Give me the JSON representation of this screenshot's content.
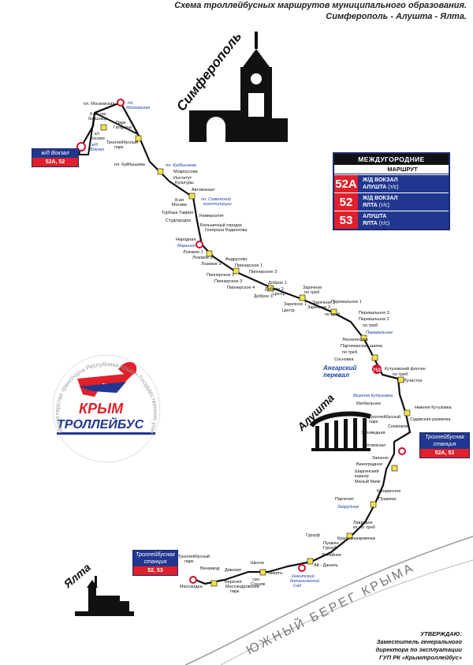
{
  "header": {
    "line1": "Схема троллейбусных маршрутов муниципального образования.",
    "line2": "Симферополь - Алушта - Ялта."
  },
  "cities": {
    "simferopol": "Симферополь",
    "alushta": "Алушта",
    "yalta": "Ялта"
  },
  "coast_label": "ЮЖНЫЙ БЕРЕГ КРЫМА",
  "routes_table": {
    "title": "МЕЖДУГОРОДНИЕ",
    "subtitle": "МАРШРУТ",
    "routes": [
      {
        "number": "52А",
        "from": "Ж/Д ВОКЗАЛ",
        "to": "АЛУШТА",
        "note": "(т/с)"
      },
      {
        "number": "52",
        "from": "Ж/Д ВОКЗАЛ",
        "to": "ЯЛТА",
        "note": "(т/с)"
      },
      {
        "number": "53",
        "from": "АЛУШТА",
        "to": "ЯЛТА",
        "note": "(т/с)"
      }
    ]
  },
  "terminals": {
    "station": {
      "title": "ж/д Вокзал",
      "routes": "52А, 52"
    },
    "alushta": {
      "title": "Троллейбусная станция",
      "routes": "52А, 53"
    },
    "yalta": {
      "title": "Троллейбусная станция",
      "routes": "52, 53"
    }
  },
  "pass": {
    "name": "Ангарский перевал",
    "altitude": "752"
  },
  "logo": {
    "line1": "КРЫМ",
    "line2": "ТРОЛЛЕЙБУС",
    "ring_text": "Министерство транспорта Республики Крым • Государственное унитарное предприятие •"
  },
  "approval": {
    "line1": "УТВЕРЖДАЮ:",
    "line2": "Заместитель генерального",
    "line3": "директора по эксплуатации",
    "line4": "ГУП РК «Крымтроллейбус»"
  },
  "stops": [
    {
      "name": "пл. Московская",
      "blue": false
    },
    {
      "name": "пл. Московская",
      "blue": true
    },
    {
      "name": "6-ая гор. больница",
      "blue": false
    },
    {
      "name": "к/т Космос",
      "blue": false
    },
    {
      "name": "Парк Гагарина",
      "blue": false
    },
    {
      "name": "ж/д Вокзал",
      "blue": true
    },
    {
      "name": "Троллейбусный парк",
      "blue": false
    },
    {
      "name": "пл. Куйбышева",
      "blue": false
    },
    {
      "name": "пл. Куйбышева",
      "blue": true
    },
    {
      "name": "Мокроусова",
      "blue": false
    },
    {
      "name": "Институт Культуры",
      "blue": false
    },
    {
      "name": "Автовокзал",
      "blue": false
    },
    {
      "name": "пл. Советской конституции",
      "blue": true
    },
    {
      "name": "8-ая Москва",
      "blue": false
    },
    {
      "name": "Турбаза Таврия",
      "blue": false
    },
    {
      "name": "Университет",
      "blue": false
    },
    {
      "name": "Студгородок",
      "blue": false
    },
    {
      "name": "Больничный городок Генерала Родионова",
      "blue": false
    },
    {
      "name": "Народная",
      "blue": false
    },
    {
      "name": "Марьино",
      "blue": true
    },
    {
      "name": "Лозовое 1",
      "blue": false
    },
    {
      "name": "Лозовое 2",
      "blue": false
    },
    {
      "name": "Лозовое 3",
      "blue": false
    },
    {
      "name": "Андрусово",
      "blue": false
    },
    {
      "name": "Пионерское 1",
      "blue": false
    },
    {
      "name": "Пионерское 2",
      "blue": false
    },
    {
      "name": "Пионерское 3",
      "blue": false
    },
    {
      "name": "Пионерское 4",
      "blue": false
    },
    {
      "name": "Доброе 1",
      "blue": false
    },
    {
      "name": "Доброе 2",
      "blue": false
    },
    {
      "name": "Доброе 3",
      "blue": false
    },
    {
      "name": "Центр",
      "blue": false
    },
    {
      "name": "Заречное 1",
      "blue": false
    },
    {
      "name": "Заречное 2",
      "blue": false
    },
    {
      "name": "Заречное 3",
      "blue": false
    },
    {
      "name": "Перевальное 1",
      "blue": false
    },
    {
      "name": "Перевальное 2",
      "blue": false
    },
    {
      "name": "Перевальное 3",
      "blue": false
    },
    {
      "name": "Перевальное",
      "blue": true
    },
    {
      "name": "Лесничество",
      "blue": false
    },
    {
      "name": "Партизанская шапка",
      "blue": false
    },
    {
      "name": "Сосновка",
      "blue": false
    },
    {
      "name": "Кутузовский фонтан",
      "blue": false
    },
    {
      "name": "Лучистое",
      "blue": false
    },
    {
      "name": "Верхняя Кутузовка",
      "blue": true
    },
    {
      "name": "Нижняя Кутузовка",
      "blue": false
    },
    {
      "name": "Изобильное",
      "blue": false
    },
    {
      "name": "Троллейбусный парк",
      "blue": false
    },
    {
      "name": "Судакская развилка",
      "blue": false
    },
    {
      "name": "Снежовое",
      "blue": false
    },
    {
      "name": "Заповедная",
      "blue": false
    },
    {
      "name": "Автовокзал",
      "blue": false
    },
    {
      "name": "Запенко",
      "blue": false
    },
    {
      "name": "Виноградное",
      "blue": false
    },
    {
      "name": "Шаргинский карьер",
      "blue": false
    },
    {
      "name": "Малый Маяк",
      "blue": false
    },
    {
      "name": "Кипарисное",
      "blue": false
    },
    {
      "name": "Пушкино",
      "blue": false
    },
    {
      "name": "Партенит",
      "blue": false
    },
    {
      "name": "Запрудное",
      "blue": true
    },
    {
      "name": "Лавровое",
      "blue": false
    },
    {
      "name": "Красноказарменка",
      "blue": false
    },
    {
      "name": "Гурзуф",
      "blue": false
    },
    {
      "name": "Пушкин Гурзуф",
      "blue": false
    },
    {
      "name": "Линейное",
      "blue": false
    },
    {
      "name": "Ай-Даниль",
      "blue": false
    },
    {
      "name": "Никитский ботанический Сад",
      "blue": true
    },
    {
      "name": "Никита",
      "blue": false
    },
    {
      "name": "Школа",
      "blue": false
    },
    {
      "name": "сан. Сосняк",
      "blue": false
    },
    {
      "name": "Дивноит",
      "blue": false
    },
    {
      "name": "Верхняя Массандровский парк",
      "blue": false
    },
    {
      "name": "Винзавод",
      "blue": false
    },
    {
      "name": "Массандра",
      "blue": false
    },
    {
      "name": "Троллейбусный парк",
      "blue": false
    }
  ]
}
